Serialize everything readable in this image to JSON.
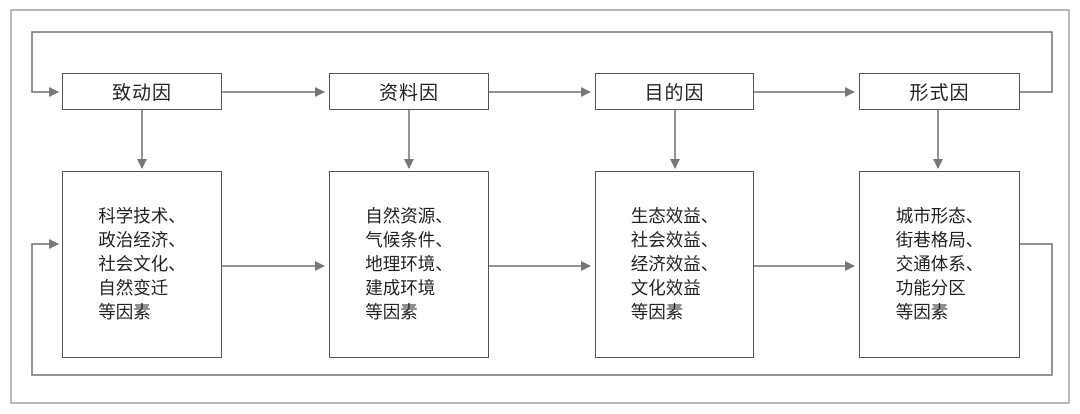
{
  "colors": {
    "line": "#707070",
    "arrow": "#777777",
    "box_border": "#555555",
    "frame_border": "#8a8a8a",
    "text": "#222222"
  },
  "top_boxes": [
    {
      "label": "致动因"
    },
    {
      "label": "资料因"
    },
    {
      "label": "目的因"
    },
    {
      "label": "形式因"
    }
  ],
  "bottom_boxes": [
    {
      "lines": [
        "科学技术、",
        "政治经济、",
        "社会文化、",
        "自然变迁",
        "等因素"
      ]
    },
    {
      "lines": [
        "自然资源、",
        "气候条件、",
        "地理环境、",
        "建成环境",
        "等因素"
      ]
    },
    {
      "lines": [
        "生态效益、",
        "社会效益、",
        "经济效益、",
        "文化效益",
        "等因素"
      ]
    },
    {
      "lines": [
        "城市形态、",
        "街巷格局、",
        "交通体系、",
        "功能分区",
        "等因素"
      ]
    }
  ]
}
